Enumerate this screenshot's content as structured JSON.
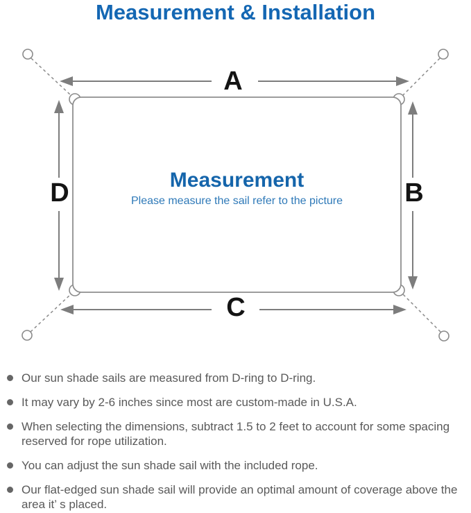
{
  "title": "Measurement & Installation",
  "colors": {
    "title_blue": "#1467b3",
    "center_blue": "#1565ab",
    "subtitle_blue": "#2e79b8",
    "line_gray": "#828282",
    "label_black": "#141414",
    "note_gray": "#595959"
  },
  "diagram": {
    "labels": {
      "a": "A",
      "b": "B",
      "c": "C",
      "d": "D"
    },
    "center_title": "Measurement",
    "center_subtitle": "Please measure the sail refer to the picture"
  },
  "notes": [
    {
      "text": "Our sun shade sails are measured from D-ring to D-ring."
    },
    {
      "text": "It may vary by 2-6 inches since most are custom-made in U.S.A."
    },
    {
      "text": "When selecting the dimensions, subtract 1.5 to 2 feet to account for some spacing reserved for rope utilization."
    },
    {
      "text": "You can adjust the sun shade sail with the included rope."
    },
    {
      "text": "Our flat-edged sun shade sail will provide an optimal amount of coverage above the area it’ s placed."
    }
  ]
}
